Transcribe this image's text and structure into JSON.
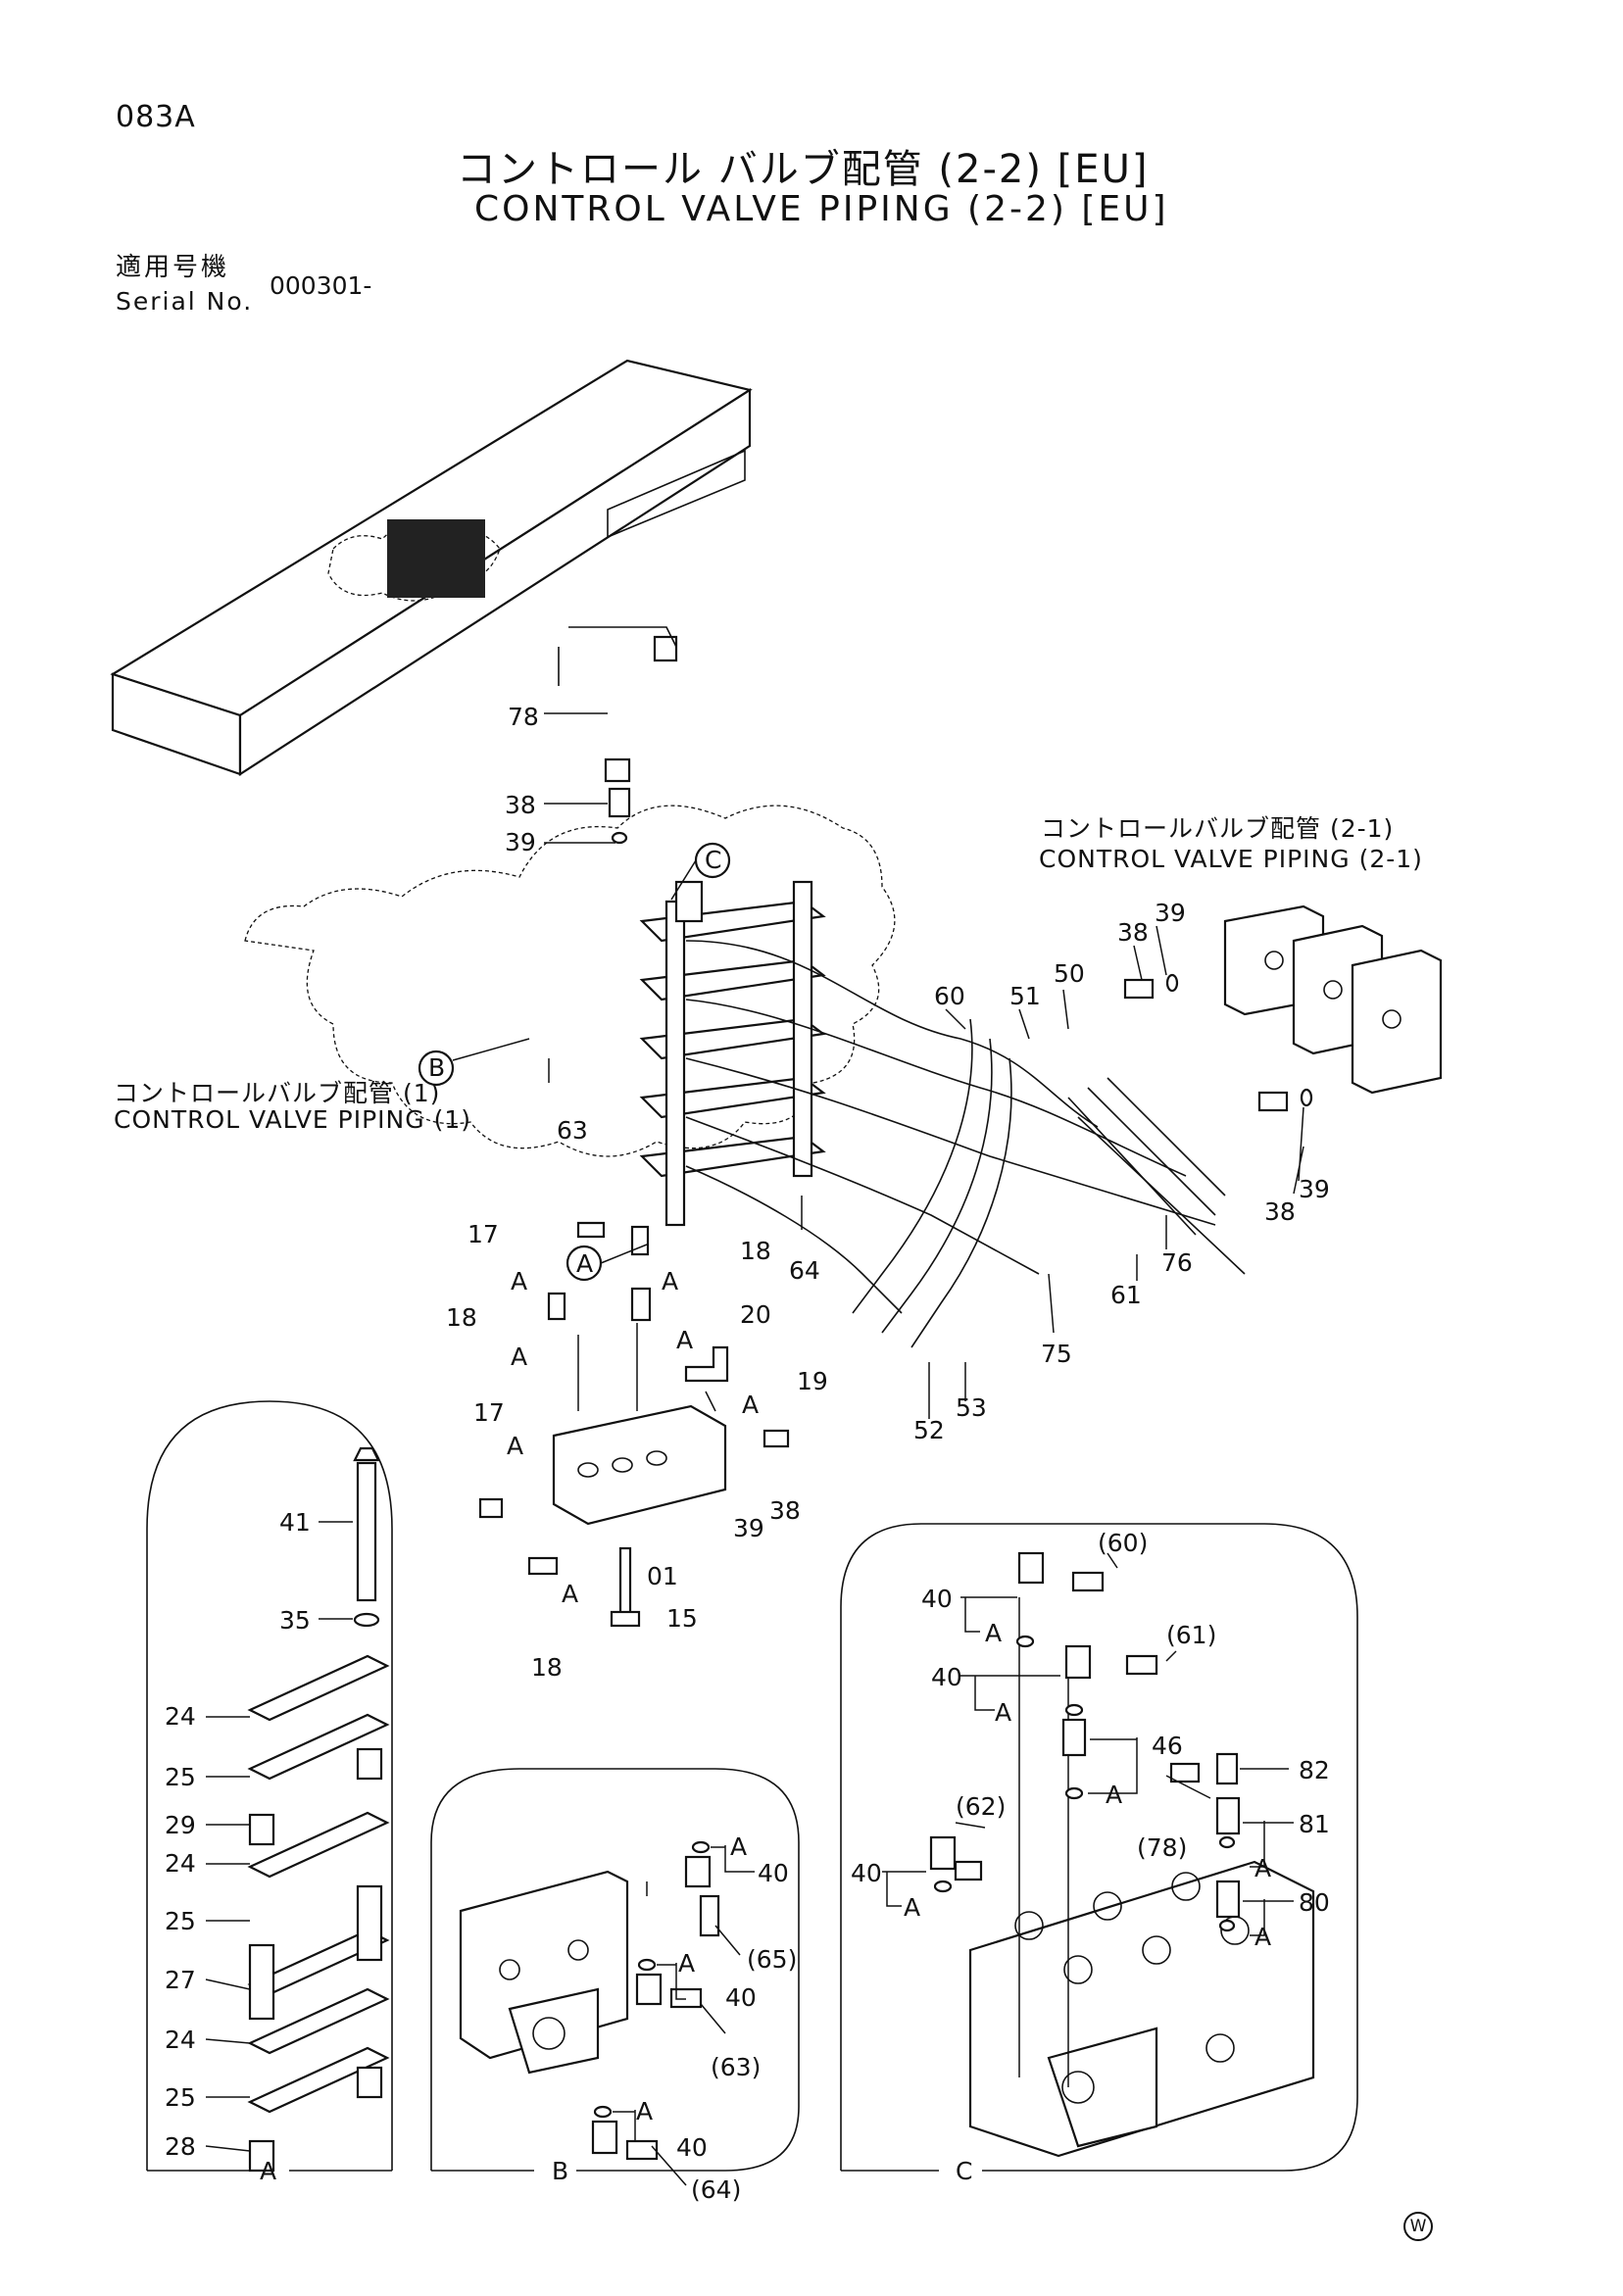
{
  "header": {
    "page_code": "083A",
    "title_jp": "コントロール バルブ配管 (2-2) [EU]",
    "title_en": "CONTROL VALVE PIPING (2-2) [EU]",
    "serial_label_jp": "適用号機",
    "serial_label_en": "Serial No.",
    "serial_value": "000301-"
  },
  "cross_refs": {
    "piping_2_1_jp": "コントロールバルブ配管 (2-1)",
    "piping_2_1_en": "CONTROL VALVE PIPING (2-1)",
    "piping_1_jp": "コントロールバルブ配管 (1)",
    "piping_1_en": "CONTROL VALVE PIPING (1)"
  },
  "view_markers": [
    "A",
    "B",
    "C"
  ],
  "callouts": {
    "main": [
      "78",
      "38",
      "39",
      "C",
      "B",
      "63",
      "60",
      "51",
      "50",
      "38",
      "39",
      "38",
      "39",
      "76",
      "61",
      "75",
      "53",
      "52",
      "64",
      "A",
      "17",
      "A",
      "18",
      "A",
      "18",
      "A",
      "20",
      "A",
      "19",
      "A",
      "17",
      "A",
      "39",
      "38",
      "01",
      "15",
      "A",
      "18"
    ],
    "detail_a": [
      "41",
      "35",
      "24",
      "25",
      "29",
      "24",
      "25",
      "27",
      "24",
      "25",
      "28"
    ],
    "detail_b": [
      "A",
      "40",
      "(65)",
      "A",
      "40",
      "(63)",
      "A",
      "40",
      "(64)"
    ],
    "detail_c": [
      "(60)",
      "40",
      "A",
      "(61)",
      "40",
      "A",
      "46",
      "A",
      "(78)",
      "82",
      "81",
      "A",
      "80",
      "A",
      "(62)",
      "40",
      "A"
    ]
  },
  "detail_labels": {
    "a": "A",
    "b": "B",
    "c": "C"
  },
  "footer_mark": "W"
}
